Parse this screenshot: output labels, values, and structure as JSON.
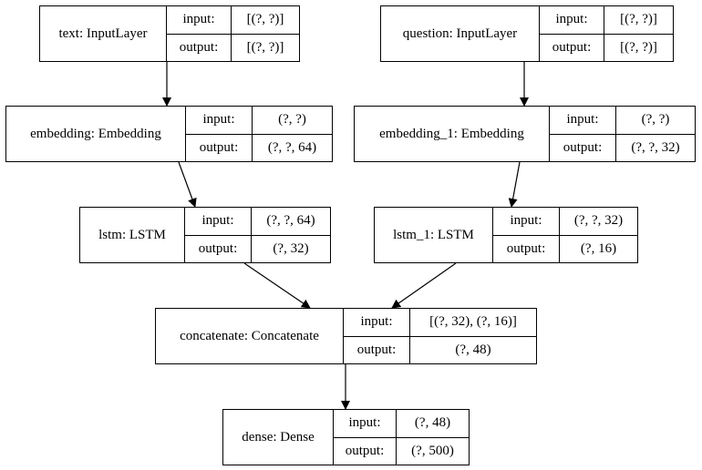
{
  "labels": {
    "input": "input:",
    "output": "output:"
  },
  "nodes": [
    {
      "id": "text",
      "name": "text: InputLayer",
      "input": "[(?, ?)]",
      "output": "[(?, ?)]"
    },
    {
      "id": "question",
      "name": "question: InputLayer",
      "input": "[(?, ?)]",
      "output": "[(?, ?)]"
    },
    {
      "id": "embedding",
      "name": "embedding: Embedding",
      "input": "(?, ?)",
      "output": "(?, ?, 64)"
    },
    {
      "id": "embedding_1",
      "name": "embedding_1: Embedding",
      "input": "(?, ?)",
      "output": "(?, ?, 32)"
    },
    {
      "id": "lstm",
      "name": "lstm: LSTM",
      "input": "(?, ?, 64)",
      "output": "(?, 32)"
    },
    {
      "id": "lstm_1",
      "name": "lstm_1: LSTM",
      "input": "(?, ?, 32)",
      "output": "(?, 16)"
    },
    {
      "id": "concatenate",
      "name": "concatenate: Concatenate",
      "input": "[(?, 32), (?, 16)]",
      "output": "(?, 48)"
    },
    {
      "id": "dense",
      "name": "dense: Dense",
      "input": "(?, 48)",
      "output": "(?, 500)"
    }
  ],
  "edges": [
    {
      "from": "text",
      "to": "embedding"
    },
    {
      "from": "question",
      "to": "embedding_1"
    },
    {
      "from": "embedding",
      "to": "lstm"
    },
    {
      "from": "embedding_1",
      "to": "lstm_1"
    },
    {
      "from": "lstm",
      "to": "concatenate"
    },
    {
      "from": "lstm_1",
      "to": "concatenate"
    },
    {
      "from": "concatenate",
      "to": "dense"
    }
  ]
}
